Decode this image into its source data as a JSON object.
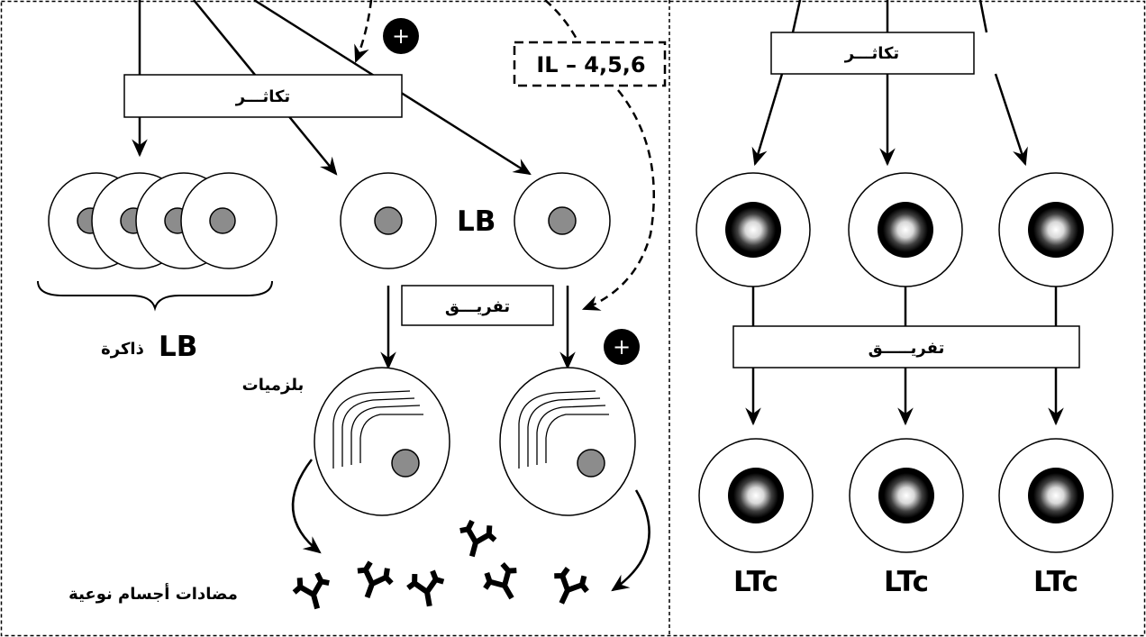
{
  "left_panel": {
    "proliferation_label": "تكاثـــر",
    "differentiation_label": "تفريـــق",
    "lb_label": "LB",
    "memory_lb_label": "ذاكرة",
    "memory_lb_prefix": "LB",
    "plasma_cells_label": "بلزميات",
    "antibodies_label": "مضادات أجسام نوعية",
    "interleukin_label": "IL – 4,5,6",
    "plus_symbol": "+"
  },
  "right_panel": {
    "proliferation_label": "تكاثـــر",
    "differentiation_label": "تفريـــــق",
    "ltc_labels": [
      "LTc",
      "LTc",
      "LTc"
    ]
  },
  "colors": {
    "nucleus_gray": "#8c8c8c",
    "line": "#000000",
    "background": "#ffffff"
  }
}
